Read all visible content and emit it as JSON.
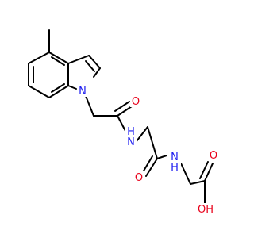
{
  "structure": {
    "atoms": {
      "indole_n": "N",
      "amide1_o": "O",
      "amide1_n": "H\nN",
      "amide2_o": "O",
      "amide2_n": "N\nH",
      "acid_oxo": "O",
      "acid_oh": "OH"
    }
  },
  "colors": {
    "bond": "#000000",
    "nitrogen": "#1c1cf0",
    "oxygen": "#e8001a",
    "background": "#ffffff"
  }
}
